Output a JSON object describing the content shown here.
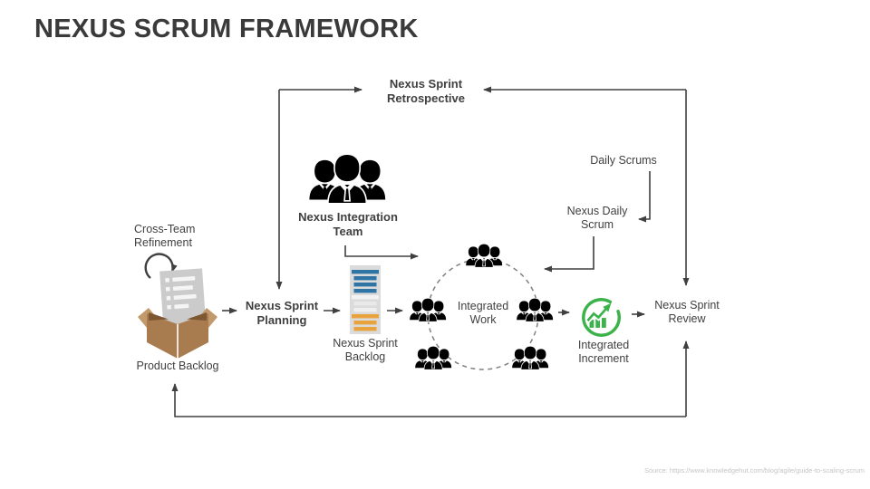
{
  "title": "NEXUS SCRUM FRAMEWORK",
  "labels": {
    "retrospective": "Nexus Sprint\nRetrospective",
    "daily_scrums": "Daily Scrums",
    "nexus_daily_scrum": "Nexus Daily\nScrum",
    "integration_team": "Nexus Integration\nTeam",
    "cross_team_refinement": "Cross-Team\nRefinement",
    "product_backlog": "Product Backlog",
    "sprint_planning": "Nexus Sprint\nPlanning",
    "sprint_backlog": "Nexus Sprint\nBacklog",
    "integrated_work": "Integrated\nWork",
    "integrated_increment": "Integrated\nIncrement",
    "sprint_review": "Nexus Sprint\nReview"
  },
  "footer": {
    "source": "Source: https://www.knowledgehut.com/blog/agile/guide-to-scaling-scrum"
  },
  "icons": {
    "integration_team": "people-group-icon",
    "team_circle": "team-circle-icon",
    "product_backlog": "open-box-with-document-icon",
    "sprint_backlog": "striped-task-card-icon",
    "integrated_increment": "growth-chart-ring-icon",
    "cross_team_refinement": "circular-refresh-arrow-icon"
  },
  "colors": {
    "text": "#3F3F3F",
    "connector": "#404040",
    "dashed_circle": "#808080",
    "green": "#3CB24A",
    "bar_blue": "#2E75A5",
    "bar_orange": "#E8A33C",
    "bar_light": "#EFEFEF",
    "card_gray": "#DBDBDB",
    "box_brown": "#A97C50",
    "box_tan": "#C1996A",
    "box_inner": "#7E5733",
    "paper_gray": "#CBCBCB",
    "shirt_teal": "#2D7392",
    "shirt_magenta": "#9E1B5F",
    "shirt_orange": "#D07F28",
    "shirt_gray": "#8F8F8F",
    "suit_dark": "#383838",
    "head_peach": "#F9CBA7",
    "head_brown": "#9C6B4C",
    "head_dark_brown": "#6F4027",
    "source_text": "#C5C5C5"
  }
}
